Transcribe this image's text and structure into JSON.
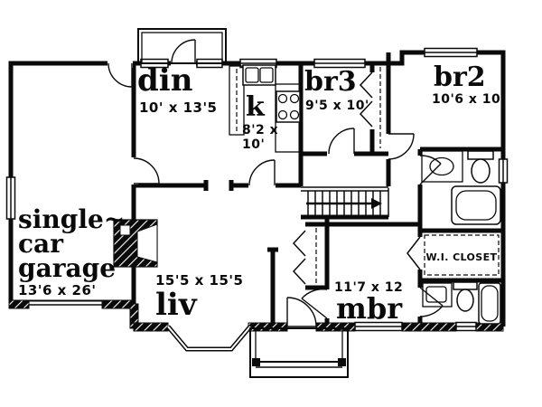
{
  "rooms": {
    "din": {
      "name": "din",
      "dims": "10' x 13'5"
    },
    "kitchen": {
      "name": "k",
      "dims_line1": "8'2 x",
      "dims_line2": "10'"
    },
    "br3": {
      "name": "br3",
      "dims": "9'5 x 10'"
    },
    "br2": {
      "name": "br2",
      "dims": "10'6 x 10'"
    },
    "garage": {
      "name_line1": "single~",
      "name_line2": "car",
      "name_line3": "garage",
      "dims": "13'6 x 26'"
    },
    "liv": {
      "name": "liv",
      "dims": "15'5 x 15'5"
    },
    "mbr": {
      "name": "mbr",
      "dims": "11'7 x 12"
    },
    "wi_closet": {
      "name": "W.I. CLOSET"
    }
  },
  "colors": {
    "ink": "#0a0a0a",
    "paper": "#ffffff"
  },
  "fixtures": [
    "deck",
    "garage-door",
    "fireplace",
    "bay-window",
    "front-porch",
    "staircase",
    "direction-arrow",
    "kitchen-sink",
    "stove",
    "bathtub",
    "toilet",
    "vanity-sink",
    "shower-tub",
    "closet-rod",
    "bifold-doors",
    "door-swings",
    "windows"
  ]
}
